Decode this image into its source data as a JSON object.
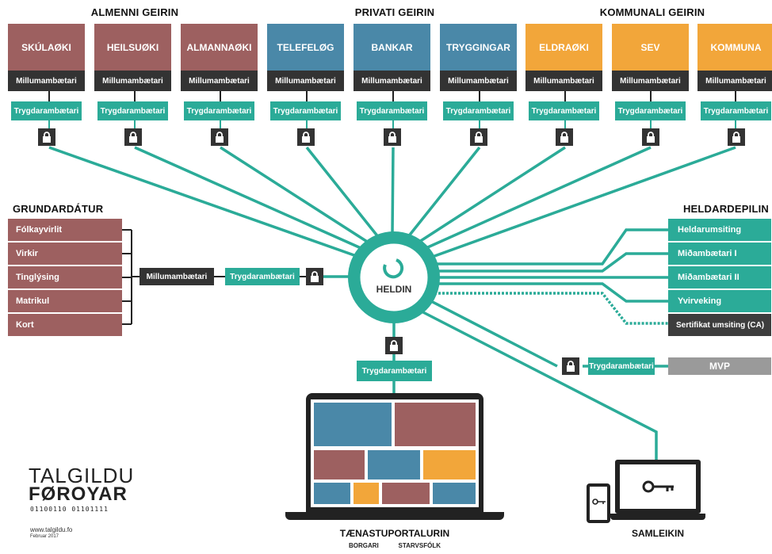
{
  "sections": {
    "almenni": "ALMENNI GEIRIN",
    "privati": "PRIVATI GEIRIN",
    "kommunali": "KOMMUNALI GEIRIN",
    "grundardatur": "GRUNDARDÁTUR",
    "heldardepilin": "HELDARDEPILIN"
  },
  "organisations": [
    {
      "label": "SKÚLAØKI",
      "color": "#9d6060"
    },
    {
      "label": "HEILSUØKI",
      "color": "#9d6060"
    },
    {
      "label": "ALMANNAØKI",
      "color": "#9d6060"
    },
    {
      "label": "TELEFELØG",
      "color": "#4a88a8"
    },
    {
      "label": "BANKAR",
      "color": "#4a88a8"
    },
    {
      "label": "TRYGGINGAR",
      "color": "#4a88a8"
    },
    {
      "label": "ELDRAØKI",
      "color": "#f2a63a"
    },
    {
      "label": "SEV",
      "color": "#f2a63a"
    },
    {
      "label": "KOMMUNA",
      "color": "#f2a63a"
    }
  ],
  "labels": {
    "millum": "Millumambætari",
    "tryggdar": "Trygdarambætari"
  },
  "grundardatur_items": [
    "Fólkayvirlit",
    "Virkir",
    "Tinglýsing",
    "Matrikul",
    "Kort"
  ],
  "heldardepilin_items": [
    "Heldarumsiting",
    "Miðambætari I",
    "Miðambætari II",
    "Yvirveking",
    "Sertifikat umsiting (CA)"
  ],
  "hub": {
    "label": "HELDIN"
  },
  "mvp": "MVP",
  "portal": {
    "title": "TÆNASTUPORTALURIN",
    "sub1": "BORGARI",
    "sub2": "STARVSFÓLK"
  },
  "samleikin": "SAMLEIKIN",
  "brand": {
    "line1": "TALGILDU",
    "line2": "FØROYAR",
    "binary": "01100110 01101111",
    "url": "www.talgildu.fo",
    "date": "Februar 2017"
  },
  "colors": {
    "teal": "#2bab98",
    "dark": "#333333",
    "red": "#9d6060",
    "blue": "#4a88a8",
    "orange": "#f2a63a",
    "gray": "#9a9a9a",
    "charcoal": "#3d3d3d"
  }
}
